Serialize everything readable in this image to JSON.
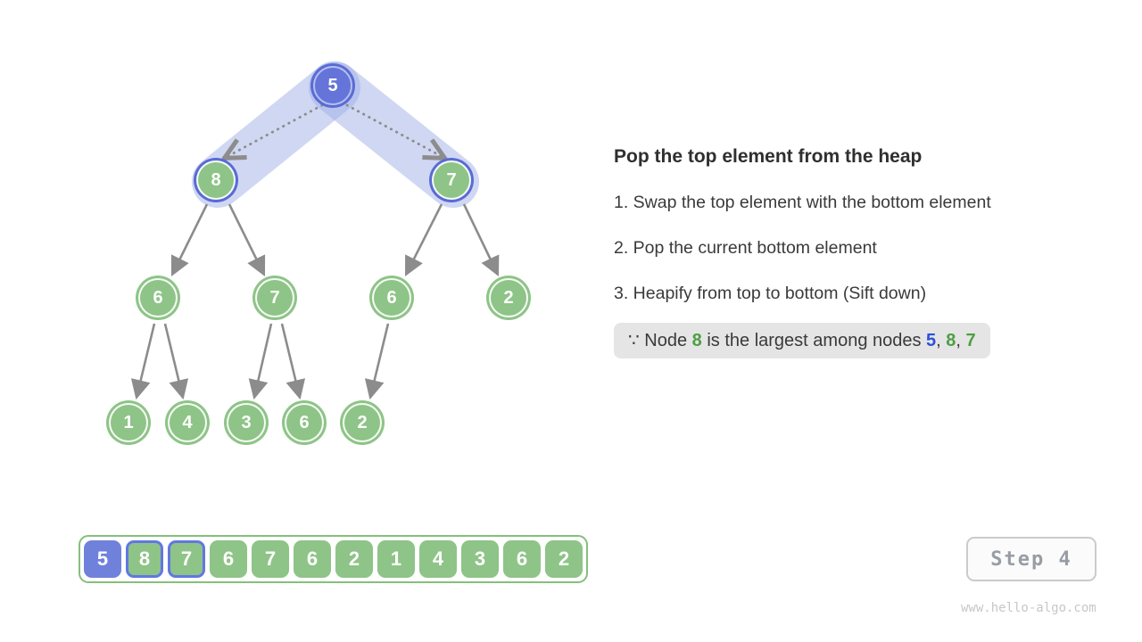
{
  "panel": {
    "title": "Pop the top element from the heap",
    "steps": [
      "1. Swap the top element with the bottom element",
      "2. Pop the current bottom element",
      "3. Heapify from top to bottom (Sift down)"
    ],
    "note": {
      "prefix": "∵ Node ",
      "node_a": "8",
      "middle": " is the largest among nodes ",
      "node_b": "5",
      "sep1": ", ",
      "node_c": "8",
      "sep2": ", ",
      "node_d": "7"
    }
  },
  "tree": {
    "nodes": [
      {
        "value": 5,
        "highlight": "top"
      },
      {
        "value": 8,
        "highlight": "selected"
      },
      {
        "value": 7,
        "highlight": "selected"
      },
      {
        "value": 6,
        "highlight": "none"
      },
      {
        "value": 7,
        "highlight": "none"
      },
      {
        "value": 6,
        "highlight": "none"
      },
      {
        "value": 2,
        "highlight": "none"
      },
      {
        "value": 1,
        "highlight": "none"
      },
      {
        "value": 4,
        "highlight": "none"
      },
      {
        "value": 3,
        "highlight": "none"
      },
      {
        "value": 6,
        "highlight": "none"
      },
      {
        "value": 2,
        "highlight": "none"
      }
    ]
  },
  "array": {
    "cells": [
      {
        "value": 5,
        "highlight": "top"
      },
      {
        "value": 8,
        "highlight": "selected"
      },
      {
        "value": 7,
        "highlight": "selected"
      },
      {
        "value": 6,
        "highlight": "none"
      },
      {
        "value": 7,
        "highlight": "none"
      },
      {
        "value": 6,
        "highlight": "none"
      },
      {
        "value": 2,
        "highlight": "none"
      },
      {
        "value": 1,
        "highlight": "none"
      },
      {
        "value": 4,
        "highlight": "none"
      },
      {
        "value": 3,
        "highlight": "none"
      },
      {
        "value": 6,
        "highlight": "none"
      },
      {
        "value": 2,
        "highlight": "none"
      }
    ]
  },
  "step_indicator": {
    "label": "Step 4"
  },
  "footer": {
    "watermark": "www.hello-algo.com"
  },
  "colors": {
    "node_green": "#8ec487",
    "node_blue": "#6474d9",
    "highlight_ring_blue": "#5a6bd5",
    "highlight_band": "#9fb0e8",
    "arrow_gray": "#8c8c8c",
    "note_background": "#e5e5e5",
    "note_number_blue": "#2d50d8",
    "note_number_green": "#4d9e44",
    "array_border_green": "#85bf7c",
    "cell_blue": "#7081dc",
    "cell_border_blue": "#6277e2"
  }
}
